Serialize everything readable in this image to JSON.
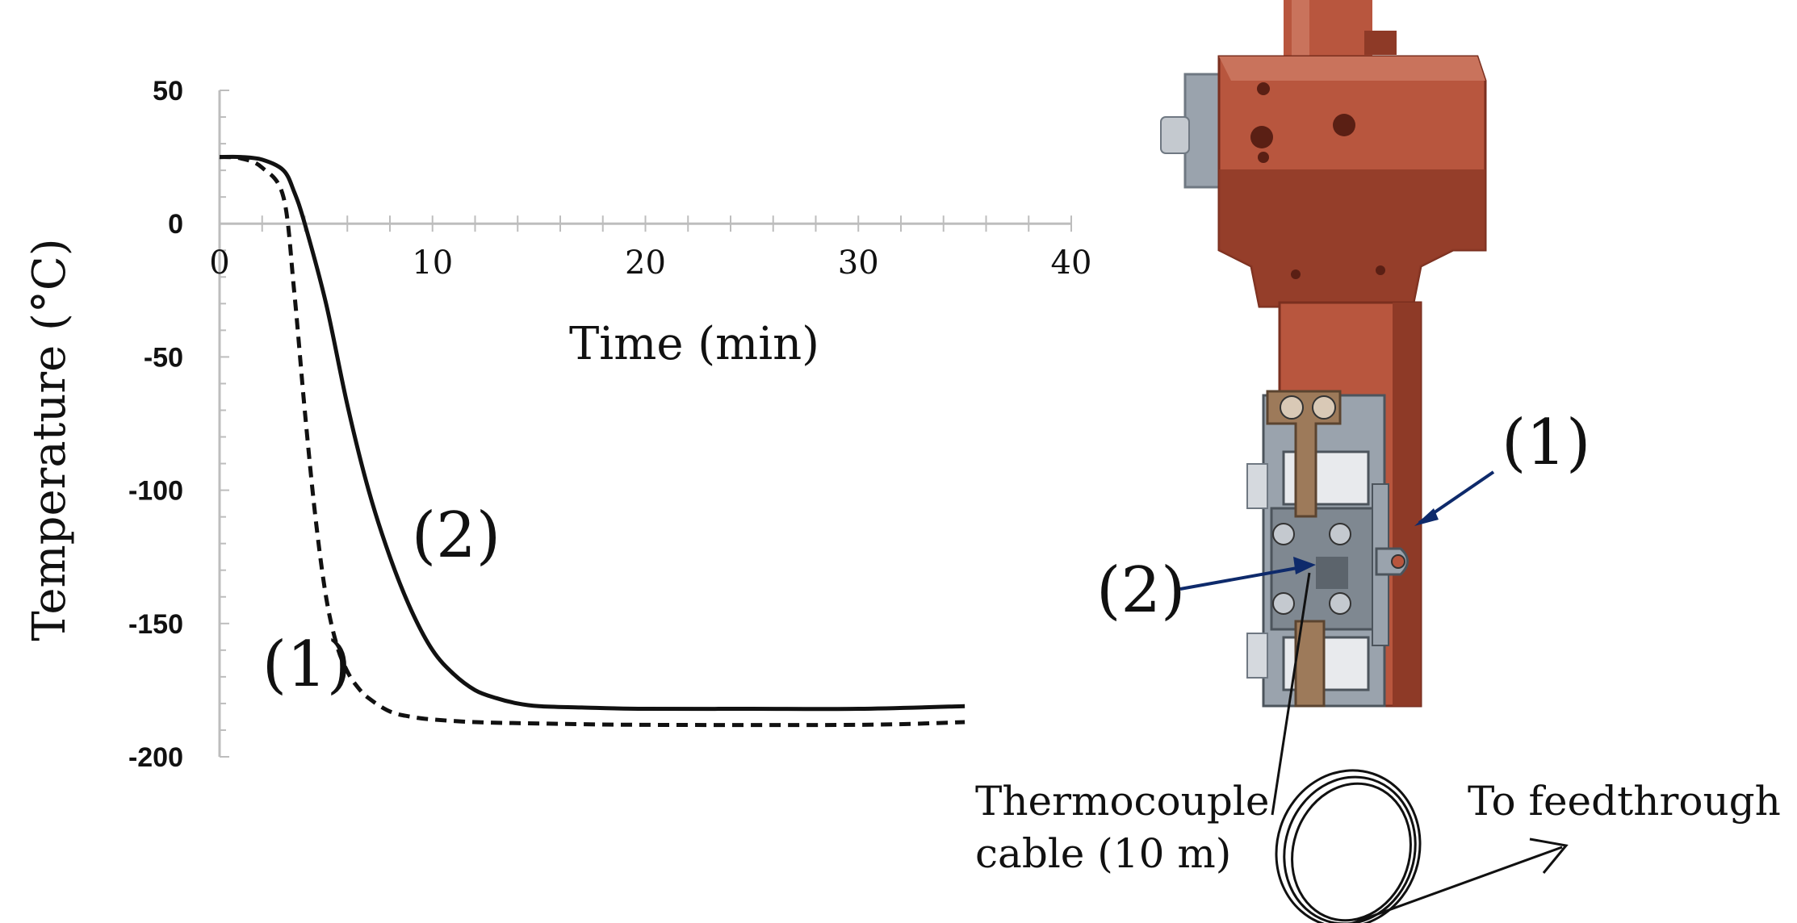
{
  "chart_data": {
    "type": "line",
    "xlabel": "Time (min)",
    "ylabel": "Temperature (°C)",
    "xlim": [
      0,
      40
    ],
    "ylim": [
      -200,
      50
    ],
    "xticks": [
      "0",
      "10",
      "20",
      "30",
      "40"
    ],
    "yticks": [
      "50",
      "0",
      "-50",
      "-100",
      "-150",
      "-200"
    ],
    "grid": false,
    "series": [
      {
        "name": "(1)",
        "style": "dashed",
        "color": "#111111",
        "x": [
          0,
          1,
          2,
          3,
          3.5,
          4,
          4.5,
          5,
          5.5,
          6,
          6.5,
          7,
          8,
          9,
          10,
          12,
          15,
          20,
          30,
          35
        ],
        "y": [
          25,
          24.5,
          21,
          10,
          -25,
          -70,
          -110,
          -140,
          -158,
          -168,
          -174,
          -178,
          -183,
          -185,
          -186,
          -187,
          -187.5,
          -188,
          -188,
          -187
        ]
      },
      {
        "name": "(2)",
        "style": "solid",
        "color": "#111111",
        "x": [
          0,
          1,
          2,
          3,
          3.5,
          4,
          5,
          6,
          7,
          8,
          9,
          10,
          11,
          12,
          13,
          14,
          15,
          17,
          20,
          25,
          30,
          35
        ],
        "y": [
          25,
          25,
          24,
          20,
          12,
          0,
          -30,
          -68,
          -100,
          -125,
          -145,
          -160,
          -169,
          -175,
          -178,
          -180,
          -181,
          -181.5,
          -182,
          -182,
          -182,
          -181
        ]
      }
    ]
  },
  "photo": {
    "callout_1": "(1)",
    "callout_2": "(2)",
    "cable_label_line1": "Thermocouple",
    "cable_label_line2": "cable (10 m)",
    "feedthrough_label": "To feedthrough",
    "colors": {
      "copper": "#b8563e",
      "copper_dark": "#8e3a27",
      "copper_light": "#c9735c",
      "steel": "#9aa3ad",
      "steel_dark": "#6f7882",
      "brass": "#9d7a5a",
      "arrow": "#0e2a6b"
    }
  }
}
